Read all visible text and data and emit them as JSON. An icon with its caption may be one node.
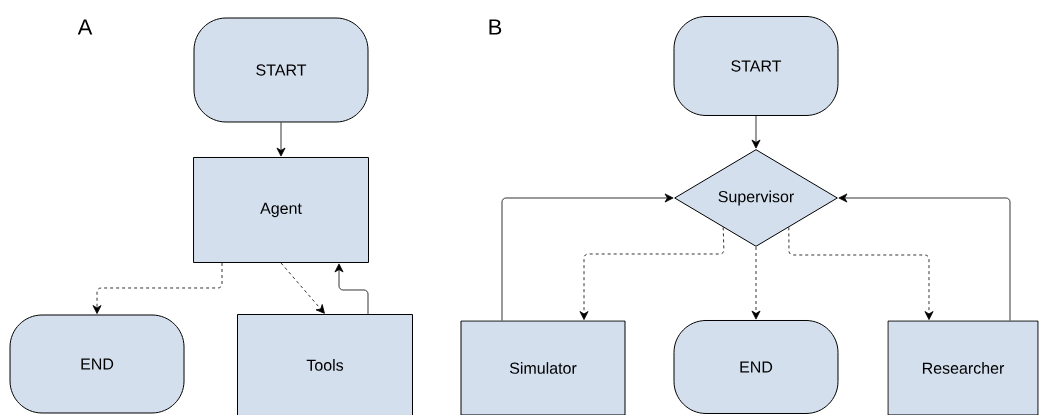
{
  "diagram": {
    "nodes": [
      {
        "text": [
          "START"
        ]
      },
      {
        "text": [
          "Agent"
        ]
      },
      {
        "text": [
          "END"
        ]
      },
      {
        "text": [
          "Tools"
        ]
      },
      {
        "text": [
          "START"
        ]
      },
      {
        "text": [
          "Supervisor"
        ]
      },
      {
        "text": [
          "Simulator"
        ]
      },
      {
        "text": [
          "END"
        ]
      },
      {
        "text": [
          "Researcher"
        ]
      }
    ],
    "edges": [
      {
        "from": 0,
        "to": 1,
        "arrow": "to"
      },
      {
        "from": 1,
        "to": 2,
        "arrow": "to",
        "style": "dashed"
      },
      {
        "from": 1,
        "to": 3,
        "arrow": "to",
        "style": "dashed"
      },
      {
        "from": 3,
        "to": 1,
        "arrow": "to"
      },
      {
        "from": 4,
        "to": 5,
        "arrow": "to"
      },
      {
        "from": 5,
        "to": 6,
        "arrow": "to",
        "style": "dashed"
      },
      {
        "from": 5,
        "to": 7,
        "arrow": "to",
        "style": "dashed"
      },
      {
        "from": 5,
        "to": 8,
        "arrow": "to",
        "style": "dashed"
      },
      {
        "from": 6,
        "to": 5,
        "arrow": "to"
      },
      {
        "from": 8,
        "to": 5,
        "arrow": "to"
      }
    ],
    "labels": [
      "A",
      "B"
    ]
  }
}
